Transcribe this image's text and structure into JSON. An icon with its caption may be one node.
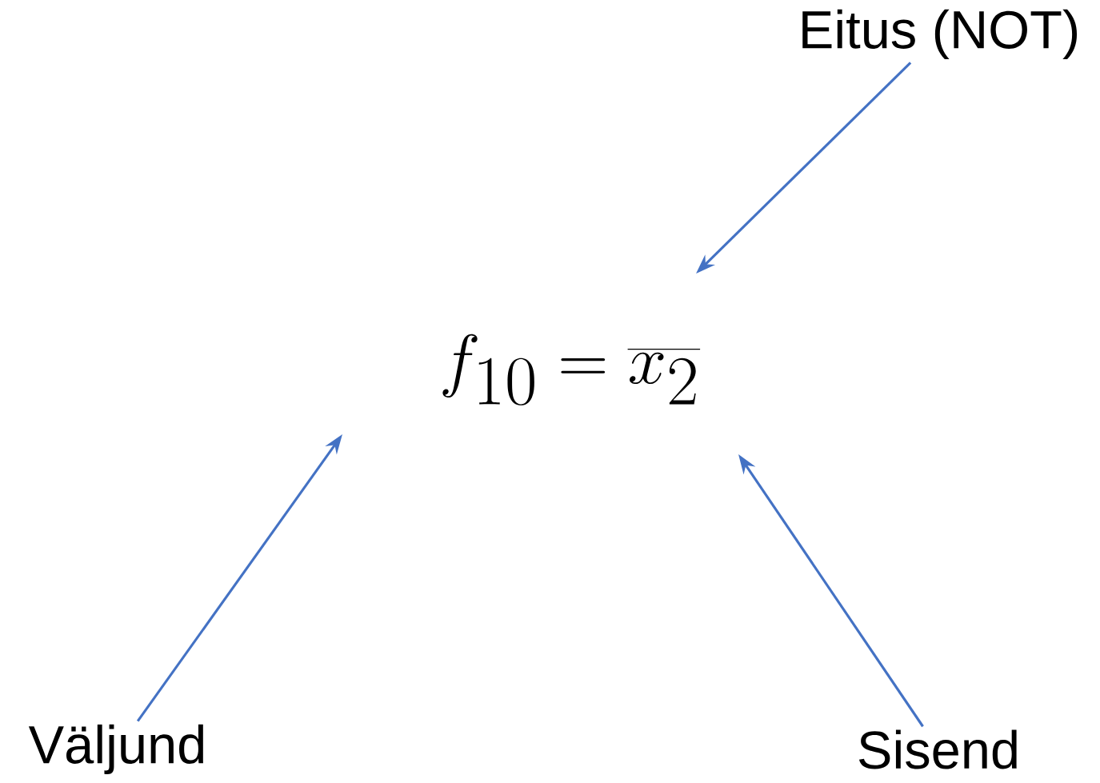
{
  "diagram": {
    "nodes": [
      {
        "text": [
          "Eitus (NOT)"
        ]
      },
      {
        "text": [
          "Väljund"
        ]
      },
      {
        "text": [
          "Sisend"
        ]
      }
    ],
    "edges": [
      {
        "from": 0,
        "to": null,
        "arrow": "to"
      },
      {
        "from": 1,
        "to": null,
        "arrow": "to"
      },
      {
        "from": 2,
        "to": null,
        "arrow": "to"
      }
    ],
    "labels": [
      "f_{10} = \\overline{x_{2}}"
    ]
  }
}
